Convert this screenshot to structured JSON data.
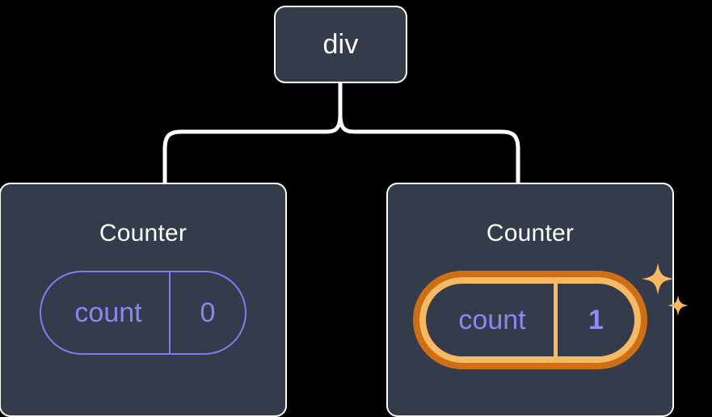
{
  "diagram": {
    "type": "component-tree",
    "background_color": "#000000",
    "node_fill": "#343C4B",
    "node_border": "#FFFFFF",
    "connector_color": "#FFFFFF",
    "accent_state": "#7C7EEE",
    "highlight_outer": "#CE6F16",
    "highlight_inner": "#F9B963",
    "sparkle_color": "#F9B963"
  },
  "root": {
    "label": "div"
  },
  "children": [
    {
      "title": "Counter",
      "state": {
        "key": "count",
        "value": "0",
        "highlighted": false
      }
    },
    {
      "title": "Counter",
      "state": {
        "key": "count",
        "value": "1",
        "highlighted": true
      }
    }
  ],
  "icons": {
    "sparkle_large": "sparkle-icon",
    "sparkle_small": "sparkle-small-icon"
  }
}
